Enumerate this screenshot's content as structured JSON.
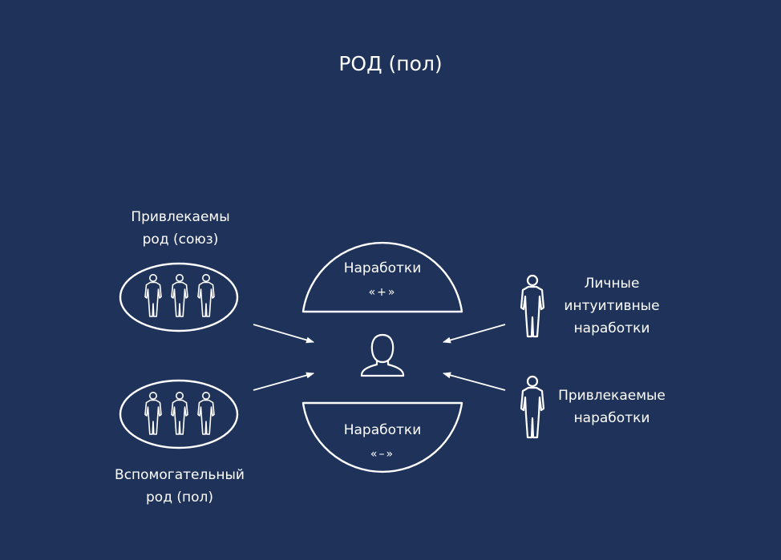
{
  "title": "РОД (пол)",
  "left_top": {
    "line1": "Привлекаемы",
    "line2": "род (союз)"
  },
  "left_bottom": {
    "line1": "Вспомогательный",
    "line2": "род (пол)"
  },
  "center_top": {
    "label": "Наработки",
    "sign": "«+»"
  },
  "center_bottom": {
    "label": "Наработки",
    "sign": "«–»"
  },
  "right_top": {
    "line1": "Личные",
    "line2": "интуитивные",
    "line3": "наработки"
  },
  "right_bottom": {
    "line1": "Привлекаемые",
    "line2": "наработки"
  },
  "colors": {
    "background": "#1f335a",
    "foreground": "#ffffff"
  }
}
